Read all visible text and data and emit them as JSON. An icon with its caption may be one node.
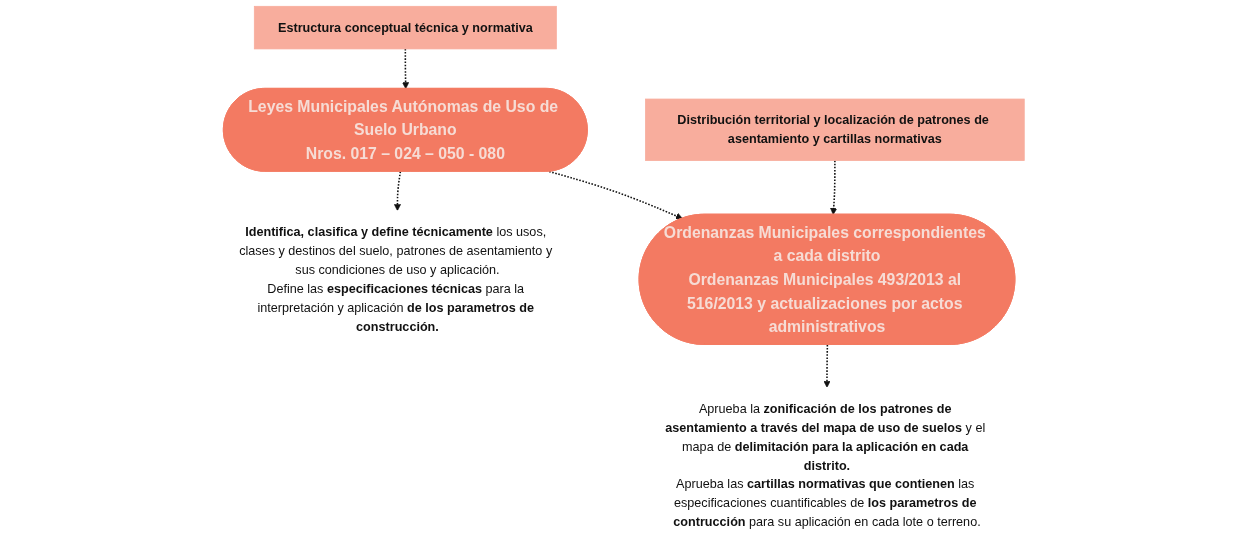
{
  "diagram": {
    "nodes": [
      {
        "text": [
          "Estructura conceptual técnica y normativa"
        ]
      },
      {
        "text": [
          "Leyes Municipales Autónomas de Uso de Suelo Urbano",
          "Nros. 017 – 024 – 050 - 080"
        ]
      },
      {
        "text": [
          "**Identifica, clasifica y define técnicamente** los usos, clases y destinos del suelo, patrones de asentamiento y sus condiciones de uso y aplicación.",
          "Define las **especificaciones técnicas** para la interpretación y aplicación **de los parametros de construcción.**"
        ]
      },
      {
        "text": [
          "Distribución territorial y localización de patrones de asentamiento y cartillas normativas"
        ]
      },
      {
        "text": [
          "Ordenanzas Municipales correspondientes a cada distrito",
          "Ordenanzas Municipales 493/2013 al 516/2013 y actualizaciones por actos administrativos"
        ]
      },
      {
        "text": [
          "Aprueba la **zonificación de los patrones de asentamiento a través del mapa de uso de suelos** y el mapa de **delimitación para la aplicación en cada distrito.**",
          "Aprueba las **cartillas normativas que contienen** las especificaciones cuantificables de **los parametros de contrucción** para su aplicación en cada lote o terreno."
        ]
      }
    ],
    "edges": [
      {
        "from": 0,
        "to": 1,
        "arrow": "to",
        "style": "dashed"
      },
      {
        "from": 1,
        "to": 2,
        "arrow": "to",
        "style": "dashed"
      },
      {
        "from": 1,
        "to": 4,
        "arrow": "to",
        "style": "dashed"
      },
      {
        "from": 3,
        "to": 4,
        "arrow": "to",
        "style": "dashed"
      },
      {
        "from": 4,
        "to": 5,
        "arrow": "to",
        "style": "dashed"
      }
    ]
  }
}
